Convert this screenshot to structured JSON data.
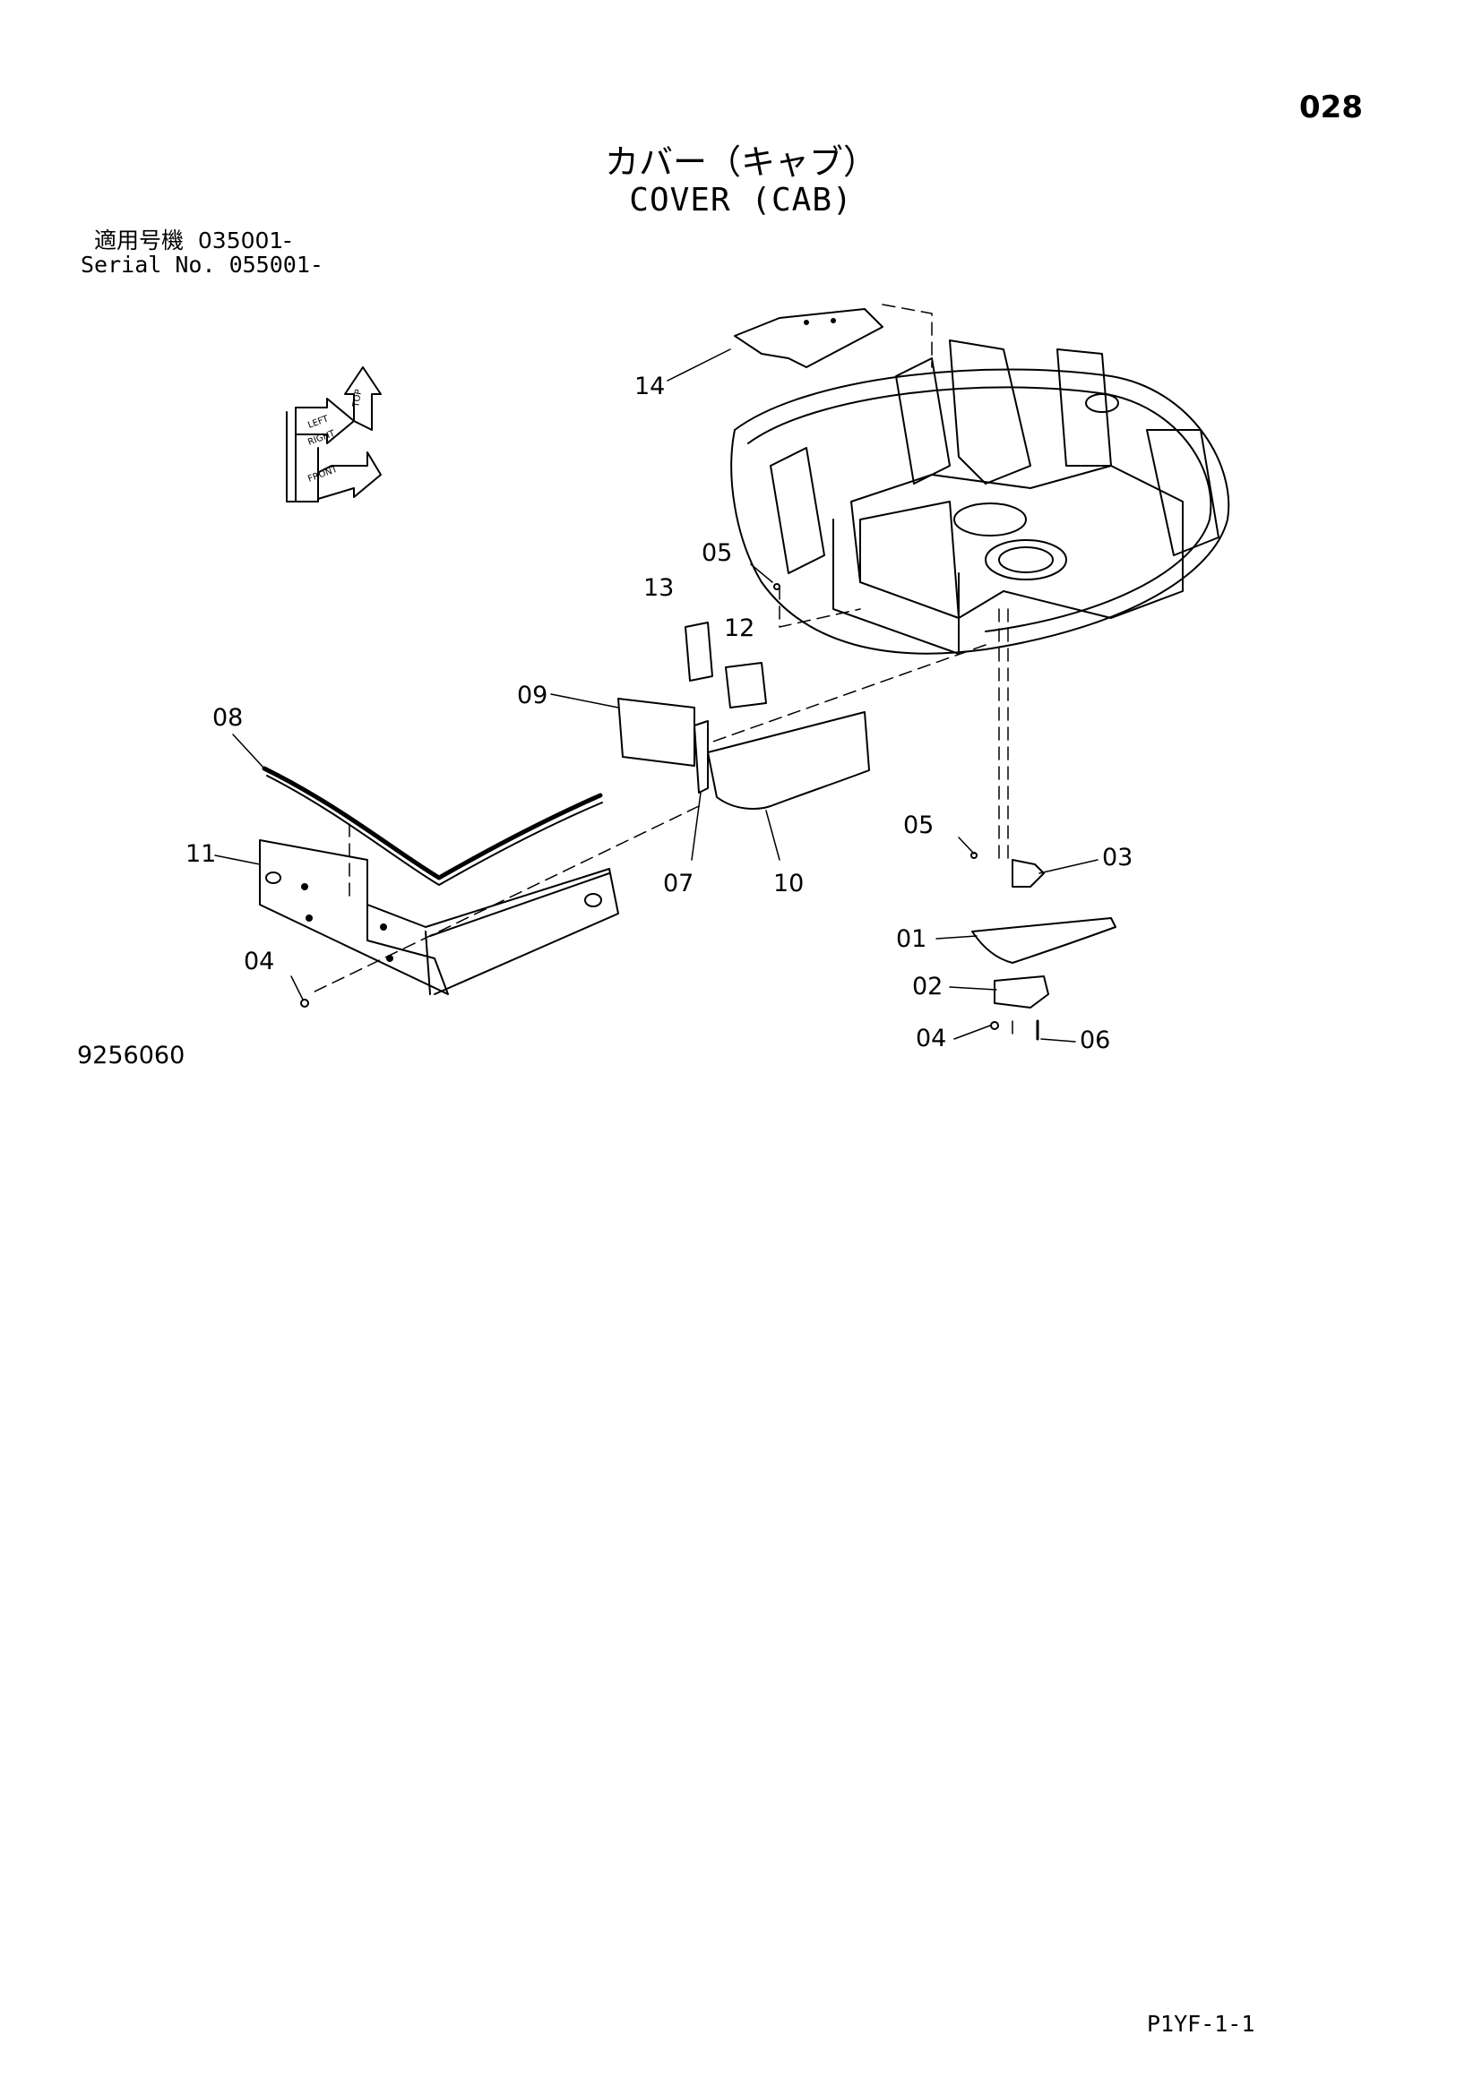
{
  "page_number": "028",
  "title_jp": "カバー（キャブ）",
  "title_en": "COVER (CAB)",
  "serial_jp": "適用号機  035001-",
  "serial_en": "Serial No. 055001-",
  "drawing_number": "9256060",
  "page_code": "P1YF-1-1",
  "direction_icon": {
    "labels": [
      "LEFT",
      "TOP",
      "RIGHT",
      "FRONT"
    ]
  },
  "callouts": {
    "c01": "01",
    "c02": "02",
    "c03": "03",
    "c04a": "04",
    "c04b": "04",
    "c05a": "05",
    "c05b": "05",
    "c06": "06",
    "c07": "07",
    "c08": "08",
    "c09": "09",
    "c10": "10",
    "c11": "11",
    "c12": "12",
    "c13": "13",
    "c14": "14"
  }
}
